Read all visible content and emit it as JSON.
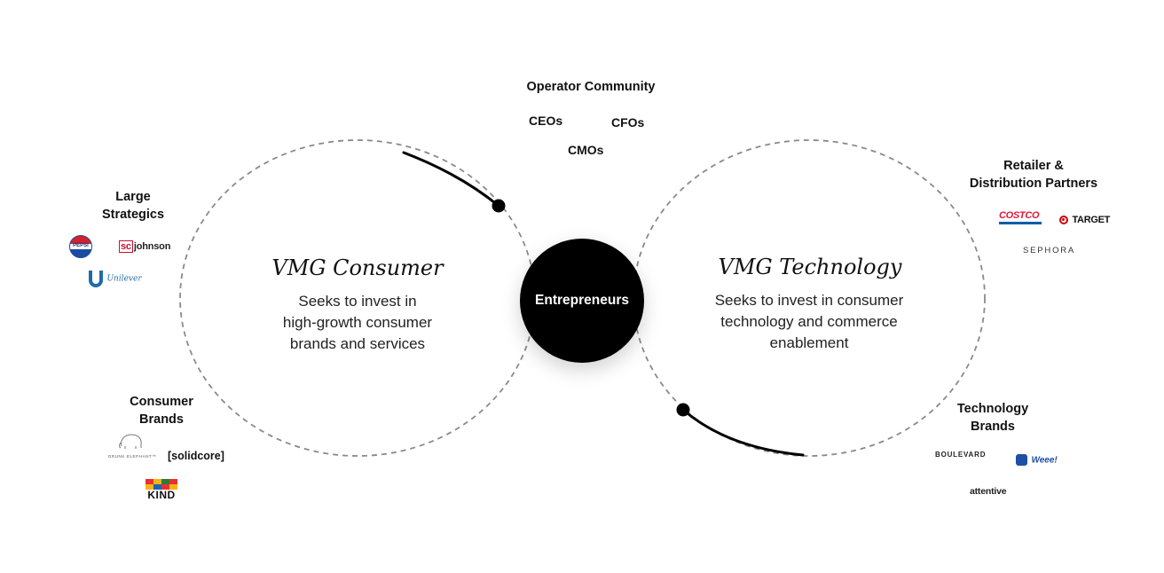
{
  "operator": {
    "title": "Operator Community",
    "ceos": "CEOs",
    "cfos": "CFOs",
    "cmos": "CMOs"
  },
  "left": {
    "title": "VMG Consumer",
    "desc_1": "Seeks to invest in",
    "desc_2": "high-growth consumer",
    "desc_3": "brands and services"
  },
  "right": {
    "title": "VMG Technology",
    "desc_1": "Seeks to invest in consumer",
    "desc_2": "technology and commerce",
    "desc_3": "enablement"
  },
  "hub": {
    "label": "Entrepreneurs"
  },
  "large_strategics": {
    "line1": "Large",
    "line2": "Strategics",
    "logos": {
      "pepsi": "PEPSI",
      "scjohnson_sc": "sc",
      "scjohnson_rest": "johnson",
      "unilever": "Unilever"
    }
  },
  "consumer_brands": {
    "line1": "Consumer",
    "line2": "Brands",
    "logos": {
      "drunk_elephant": "DRUNK ELEPHANT™",
      "solidcore": "[solidcore]",
      "kind": "KIND"
    }
  },
  "retailers": {
    "line1": "Retailer &",
    "line2": "Distribution Partners",
    "logos": {
      "costco": "COSTCO",
      "target": "TARGET",
      "sephora": "SEPHORA"
    }
  },
  "technology_brands": {
    "line1": "Technology",
    "line2": "Brands",
    "logos": {
      "boulevard": "BOULEVARD",
      "weee": "Weee!",
      "attentive": "attentive"
    }
  }
}
